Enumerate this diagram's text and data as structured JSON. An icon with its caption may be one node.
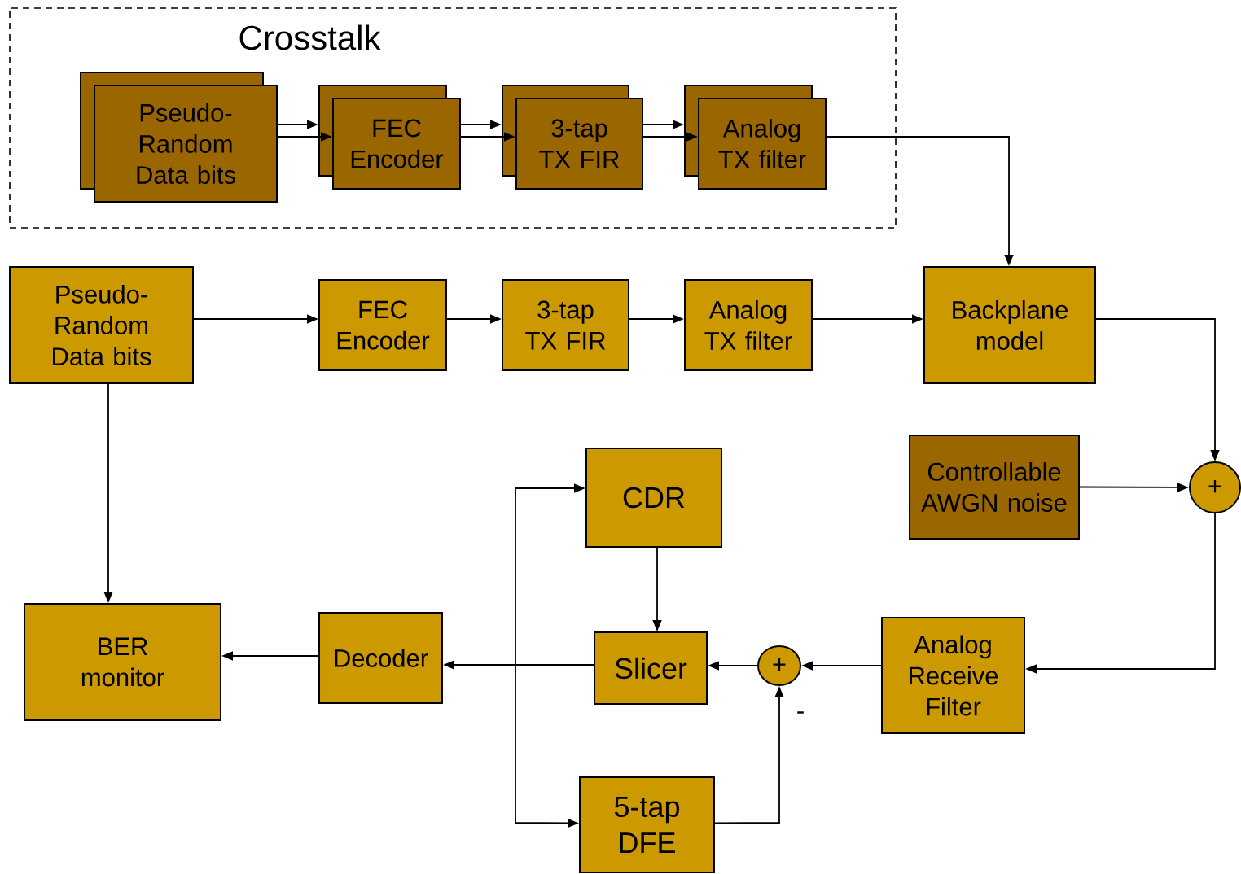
{
  "diagram": {
    "nodes": [
      {
        "text": [
          "Crosstalk"
        ]
      },
      {
        "text": [
          "Pseudo-Random Data bits"
        ],
        "in": 0
      },
      {
        "text": [
          "FEC Encoder"
        ],
        "in": 0
      },
      {
        "text": [
          "3-tap TX FIR"
        ],
        "in": 0
      },
      {
        "text": [
          "Analog TX filter"
        ],
        "in": 0
      },
      {
        "text": [
          "Pseudo-Random Data bits"
        ]
      },
      {
        "text": [
          "FEC Encoder"
        ]
      },
      {
        "text": [
          "3-tap TX FIR"
        ]
      },
      {
        "text": [
          "Analog TX filter"
        ]
      },
      {
        "text": [
          "Backplane model"
        ]
      },
      {
        "text": [
          "CDR"
        ]
      },
      {
        "text": [
          "Controllable AWGN noise"
        ]
      },
      {
        "text": [
          "+"
        ]
      },
      {
        "text": [
          "BER monitor"
        ]
      },
      {
        "text": [
          "Decoder"
        ]
      },
      {
        "text": [
          "Slicer"
        ]
      },
      {
        "text": [
          "+"
        ]
      },
      {
        "text": [
          "Analog Receive Filter"
        ]
      },
      {
        "text": [
          "5-tap DFE"
        ]
      }
    ],
    "edges": [
      {
        "from": 1,
        "to": 2,
        "arrow": "to"
      },
      {
        "from": 1,
        "to": 2,
        "arrow": "to"
      },
      {
        "from": 2,
        "to": 3,
        "arrow": "to"
      },
      {
        "from": 2,
        "to": 3,
        "arrow": "to"
      },
      {
        "from": 3,
        "to": 4,
        "arrow": "to"
      },
      {
        "from": 3,
        "to": 4,
        "arrow": "to"
      },
      {
        "from": 4,
        "to": 9,
        "arrow": "to"
      },
      {
        "from": 5,
        "to": 6,
        "arrow": "to"
      },
      {
        "from": 6,
        "to": 7,
        "arrow": "to"
      },
      {
        "from": 7,
        "to": 8,
        "arrow": "to"
      },
      {
        "from": 8,
        "to": 9,
        "arrow": "to"
      },
      {
        "from": 9,
        "to": 12,
        "arrow": "to"
      },
      {
        "from": 11,
        "to": 12,
        "arrow": "to"
      },
      {
        "from": 12,
        "to": 17,
        "arrow": "to"
      },
      {
        "from": 17,
        "to": 16,
        "arrow": "to"
      },
      {
        "from": 16,
        "to": 15,
        "arrow": "to"
      },
      {
        "from": 15,
        "to": 14,
        "arrow": "to"
      },
      {
        "from": 14,
        "to": 13,
        "arrow": "to"
      },
      {
        "from": 5,
        "to": 13,
        "arrow": "to"
      },
      {
        "from": 10,
        "to": 15,
        "arrow": "to"
      },
      {
        "from": 15,
        "to": 10,
        "arrow": "to"
      },
      {
        "from": 15,
        "to": 18,
        "arrow": "to"
      },
      {
        "from": 18,
        "to": 16,
        "arrow": "to"
      }
    ],
    "labels": [
      "-"
    ]
  }
}
